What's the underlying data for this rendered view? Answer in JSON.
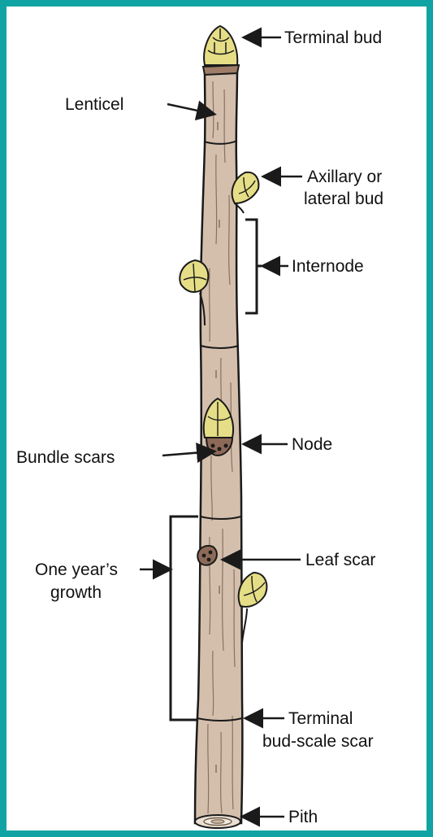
{
  "diagram": {
    "labels": {
      "terminal_bud": "Terminal bud",
      "lenticel": "Lenticel",
      "axillary_line1": "Axillary or",
      "axillary_line2": "lateral bud",
      "internode": "Internode",
      "node": "Node",
      "bundle_scars": "Bundle scars",
      "leaf_scar": "Leaf scar",
      "growth_line1": "One year’s",
      "growth_line2": "growth",
      "bud_scale_line1": "Terminal",
      "bud_scale_line2": "bud-scale scar",
      "pith": "Pith"
    }
  },
  "colors": {
    "border": "#11a3a3",
    "stem": "#d4bfad",
    "stem_shadow": "#b89f8a",
    "bud": "#e5de86",
    "bud_dark": "#c9c064",
    "scar": "#8d6a58",
    "ink": "#1a1a1a"
  }
}
